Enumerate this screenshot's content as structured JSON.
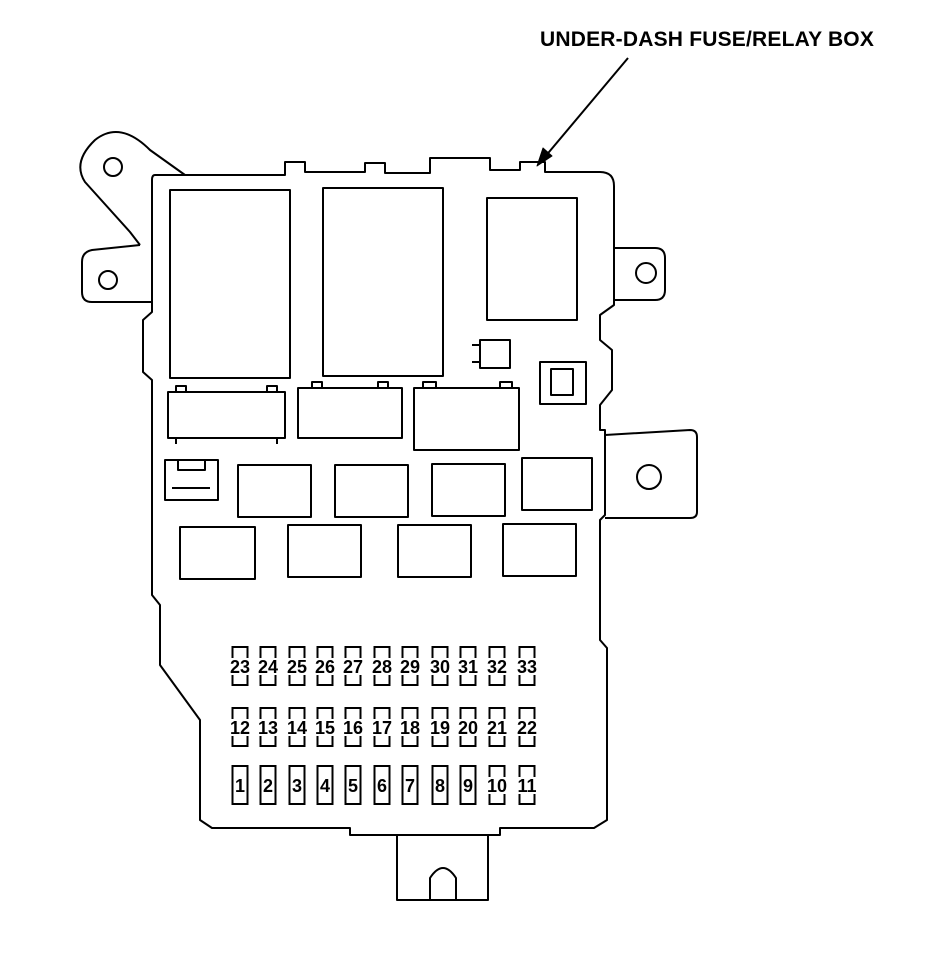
{
  "title": "UNDER-DASH FUSE/RELAY BOX",
  "fuse_rows": [
    [
      "23",
      "24",
      "25",
      "26",
      "27",
      "28",
      "29",
      "30",
      "31",
      "32",
      "33"
    ],
    [
      "12",
      "13",
      "14",
      "15",
      "16",
      "17",
      "18",
      "19",
      "20",
      "21",
      "22"
    ],
    [
      "1",
      "2",
      "3",
      "4",
      "5",
      "6",
      "7",
      "8",
      "9",
      "10",
      "11"
    ]
  ],
  "colors": {
    "line": "#000000",
    "background": "#ffffff"
  }
}
